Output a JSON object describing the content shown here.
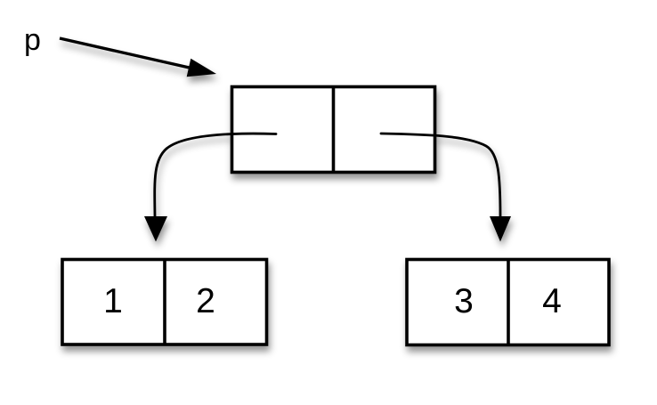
{
  "diagram": {
    "pointer_label": "p",
    "root_node": {
      "left_cell": "",
      "right_cell": ""
    },
    "left_child": {
      "cells": [
        "1",
        "2"
      ]
    },
    "right_child": {
      "cells": [
        "3",
        "4"
      ]
    },
    "colors": {
      "stroke": "#000000",
      "fill": "#ffffff",
      "background": "#ffffff"
    }
  }
}
